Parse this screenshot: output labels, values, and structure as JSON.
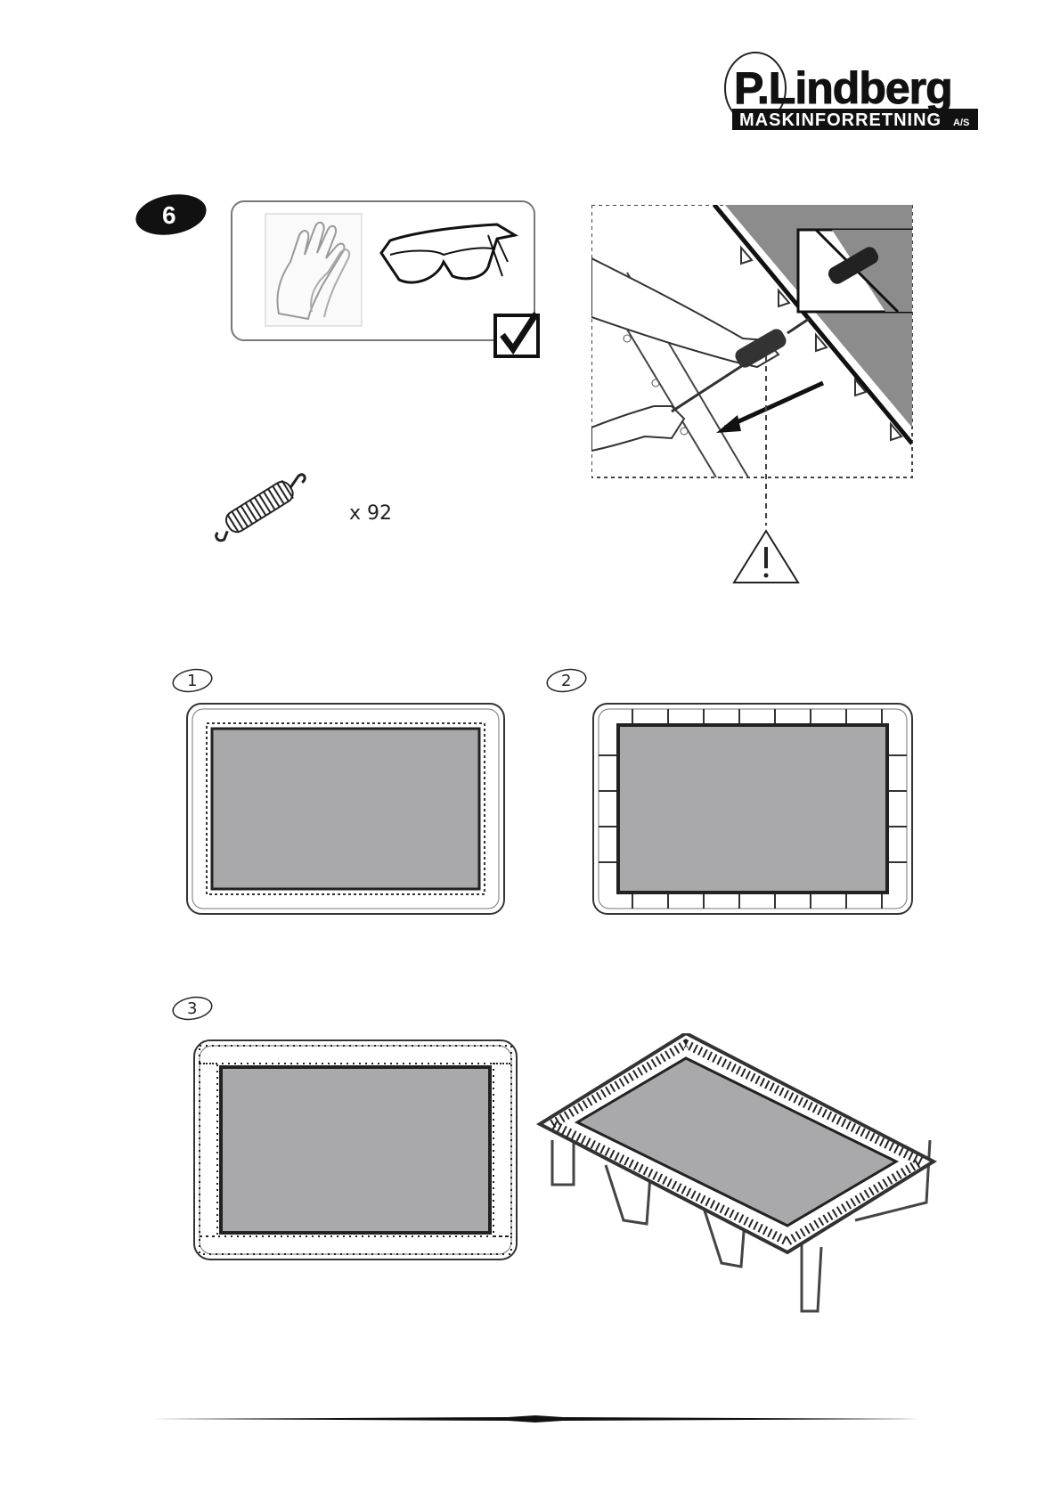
{
  "brand": {
    "name": "P.Lindberg",
    "subtitle": "MASKINFORRETNING",
    "suffix": "A/S"
  },
  "step": {
    "number": "6"
  },
  "parts": {
    "spring_quantity": "x 92"
  },
  "sequence": [
    {
      "label": "1"
    },
    {
      "label": "2"
    },
    {
      "label": "3"
    }
  ],
  "colors": {
    "mat": "#a9a9ab",
    "frame": "#333333",
    "badge": "#111111"
  },
  "icons": [
    "gloves-icon",
    "safety-glasses-icon",
    "checkbox-icon",
    "spring-icon",
    "warning-icon",
    "spring-hook-tool-icon"
  ]
}
